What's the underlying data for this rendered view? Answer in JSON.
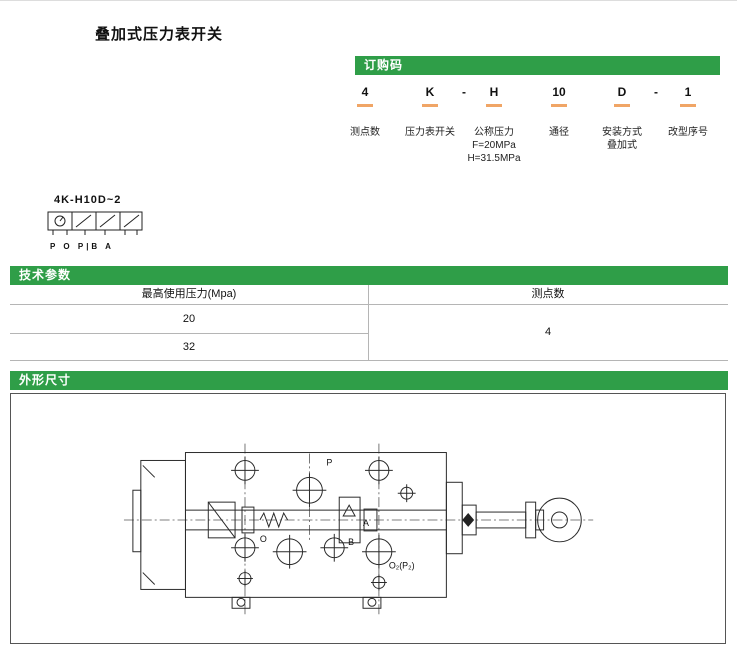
{
  "page": {
    "title": "叠加式压力表开关"
  },
  "colors": {
    "header_green": "#2f9e48",
    "underline_orange": "#f0a566",
    "table_line": "#b5b5b5"
  },
  "order_code": {
    "header": "订购码",
    "segments": [
      {
        "code": "4",
        "label_lines": [
          "测点数"
        ]
      },
      {
        "code": "K",
        "label_lines": [
          "压力表开关"
        ]
      },
      {
        "code": "-",
        "label_lines": []
      },
      {
        "code": "H",
        "label_lines": [
          "公称压力",
          "F=20MPa",
          "H=31.5MPa"
        ]
      },
      {
        "code": "10",
        "label_lines": [
          "通径"
        ]
      },
      {
        "code": "D",
        "label_lines": [
          "安装方式",
          "叠加式"
        ]
      },
      {
        "code": "-",
        "label_lines": []
      },
      {
        "code": "1",
        "label_lines": [
          "改型序号"
        ]
      }
    ]
  },
  "symbol": {
    "model": "4K-H10D~2",
    "ports": "P O P|B A"
  },
  "tech": {
    "header": "技术参数",
    "col1_header": "最高使用压力(Mpa)",
    "col2_header": "测点数",
    "rows": [
      "20",
      "32"
    ],
    "col2_value": "4"
  },
  "dims": {
    "header": "外形尺寸"
  },
  "drawing": {
    "p": "P",
    "o": "O",
    "a": "A",
    "b": "B",
    "o2": "O₂(P₂)"
  }
}
